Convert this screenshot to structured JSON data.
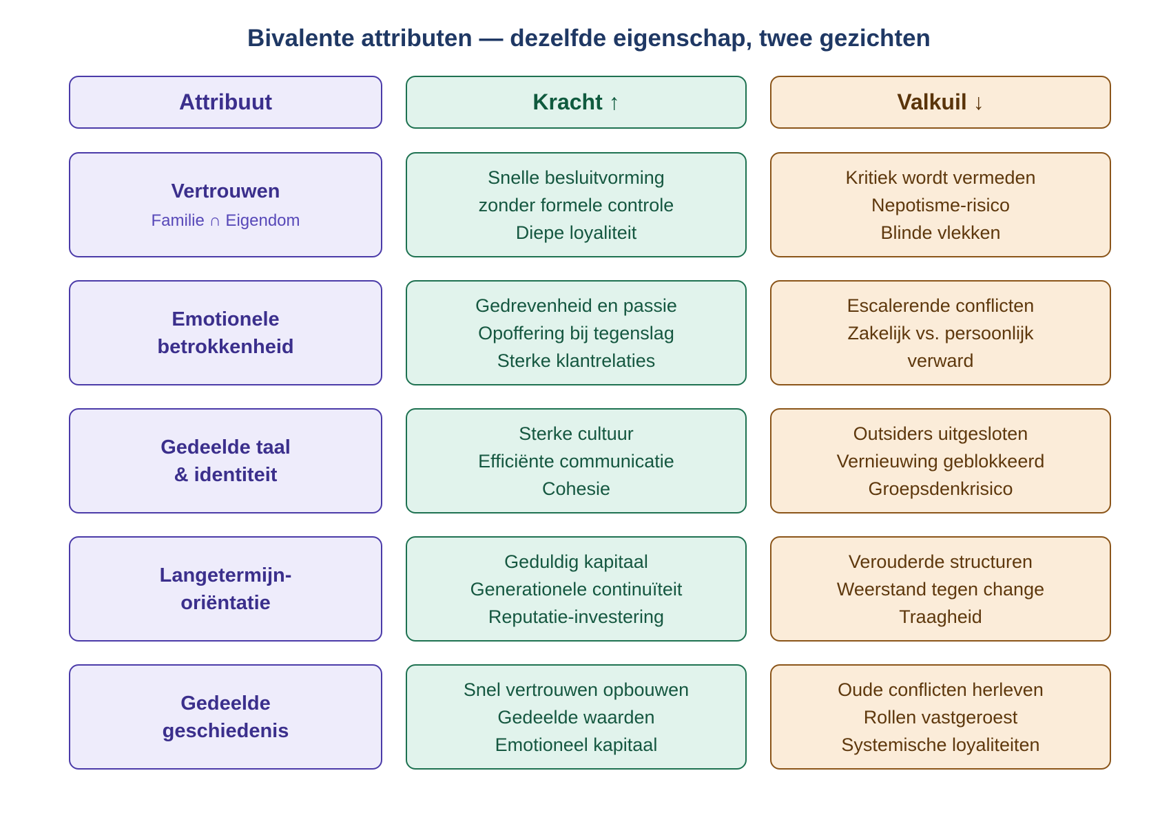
{
  "title": "Bivalente attributen — dezelfde eigenschap, twee gezichten",
  "headers": {
    "attribuut": "Attribuut",
    "kracht": "Kracht ↑",
    "valkuil": "Valkuil ↓"
  },
  "colors": {
    "title": "#1f3864",
    "attribuut_fill": "#eeecfb",
    "attribuut_border": "#4a3aa8",
    "kracht_fill": "#e1f3ec",
    "kracht_border": "#1d7150",
    "valkuil_fill": "#fbecd9",
    "valkuil_border": "#8a5418"
  },
  "rows": [
    {
      "attribuut": [
        "Vertrouwen"
      ],
      "subtitle": "Familie ∩ Eigendom",
      "kracht": [
        "Snelle besluitvorming",
        "zonder formele controle",
        "Diepe loyaliteit"
      ],
      "valkuil": [
        "Kritiek wordt vermeden",
        "Nepotisme-risico",
        "Blinde vlekken"
      ]
    },
    {
      "attribuut": [
        "Emotionele",
        "betrokkenheid"
      ],
      "kracht": [
        "Gedrevenheid en passie",
        "Opoffering bij tegenslag",
        "Sterke klantrelaties"
      ],
      "valkuil": [
        "Escalerende conflicten",
        "Zakelijk vs. persoonlijk",
        "verward"
      ]
    },
    {
      "attribuut": [
        "Gedeelde taal",
        "& identiteit"
      ],
      "kracht": [
        "Sterke cultuur",
        "Efficiënte communicatie",
        "Cohesie"
      ],
      "valkuil": [
        "Outsiders uitgesloten",
        "Vernieuwing geblokkeerd",
        "Groepsdenkrisico"
      ]
    },
    {
      "attribuut": [
        "Langetermijn-",
        "oriëntatie"
      ],
      "kracht": [
        "Geduldig kapitaal",
        "Generationele continuïteit",
        "Reputatie-investering"
      ],
      "valkuil": [
        "Verouderde structuren",
        "Weerstand tegen change",
        "Traagheid"
      ]
    },
    {
      "attribuut": [
        "Gedeelde",
        "geschiedenis"
      ],
      "kracht": [
        "Snel vertrouwen opbouwen",
        "Gedeelde waarden",
        "Emotioneel kapitaal"
      ],
      "valkuil": [
        "Oude conflicten herleven",
        "Rollen vastgeroest",
        "Systemische loyaliteiten"
      ]
    }
  ]
}
